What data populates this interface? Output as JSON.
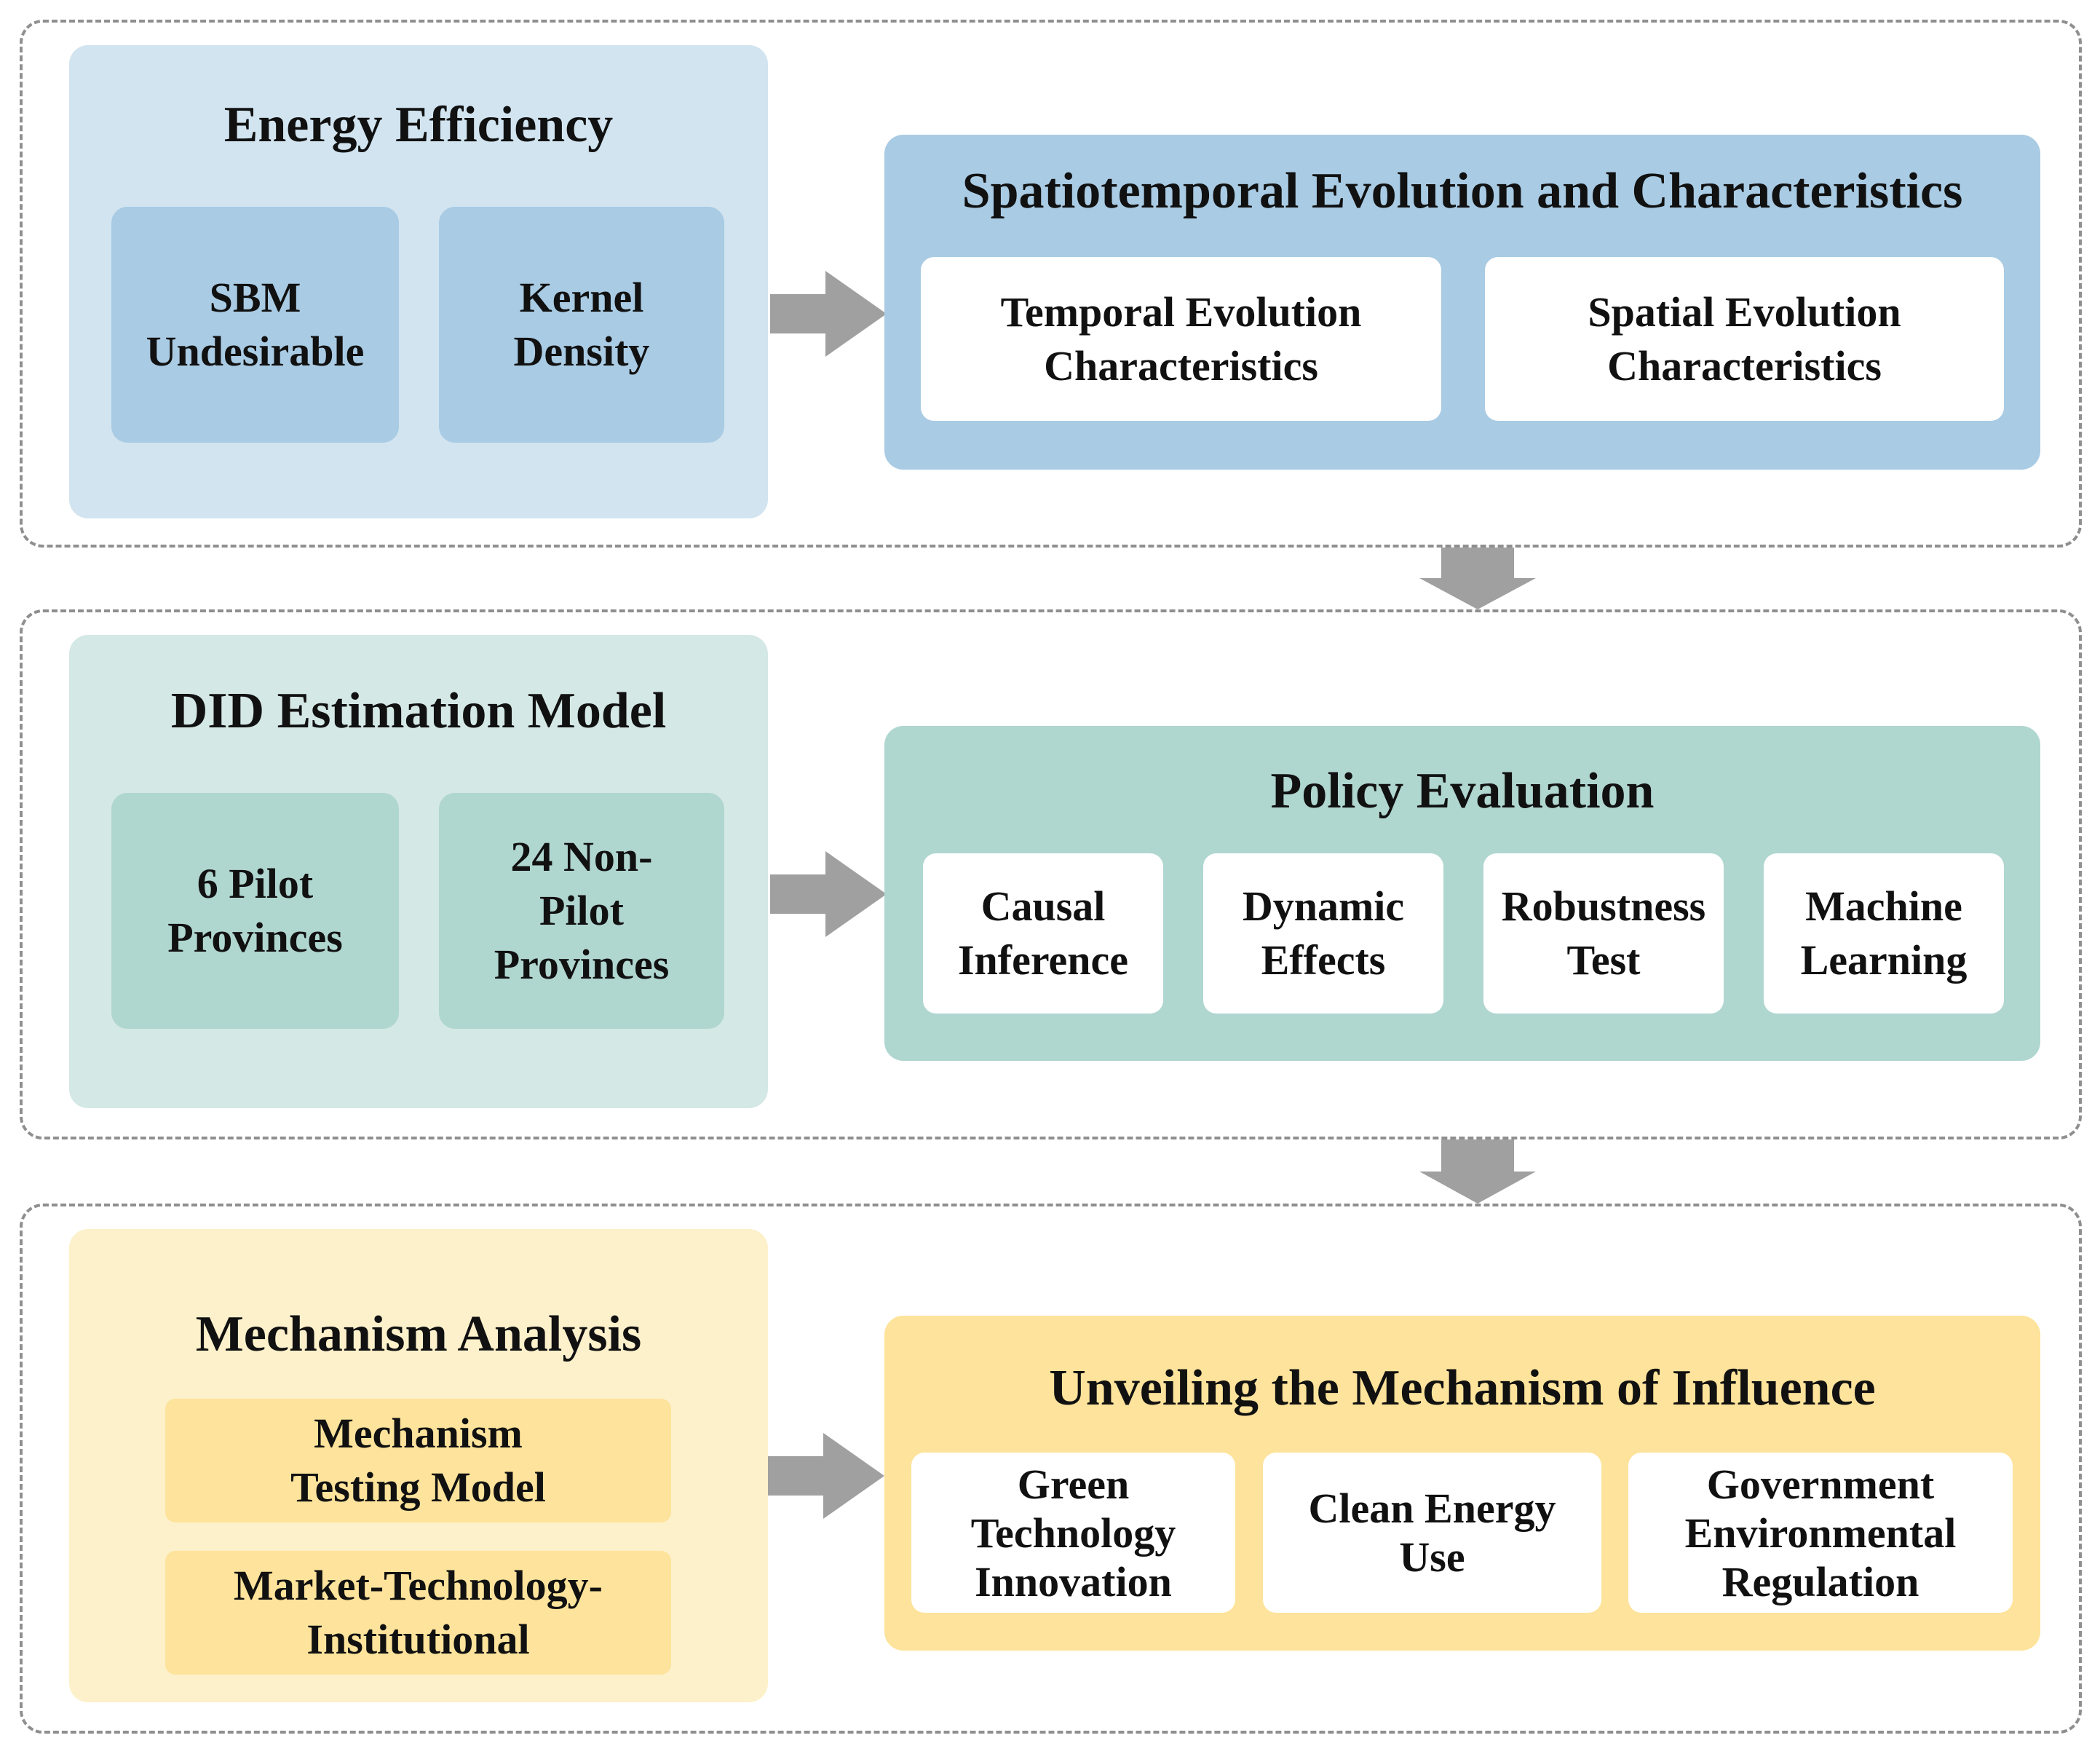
{
  "section1": {
    "left_title": "Energy Efficiency",
    "left_items": [
      "SBM\nUndesirable",
      "Kernel\nDensity"
    ],
    "right_title": "Spatiotemporal Evolution and Characteristics",
    "right_items": [
      "Temporal Evolution\nCharacteristics",
      "Spatial  Evolution\nCharacteristics"
    ]
  },
  "section2": {
    "left_title": "DID Estimation Model",
    "left_items": [
      "6 Pilot\nProvinces",
      "24 Non-\nPilot\nProvinces"
    ],
    "right_title": "Policy Evaluation",
    "right_items": [
      "Causal\nInference",
      "Dynamic\nEffects",
      "Robustness\nTest",
      "Machine\nLearning"
    ]
  },
  "section3": {
    "left_title": "Mechanism Analysis",
    "left_items": [
      "Mechanism\nTesting Model",
      "Market-Technology-\nInstitutional"
    ],
    "right_title": "Unveiling the Mechanism of Influence",
    "right_items": [
      "Green\nTechnology\nInnovation",
      "Clean Energy\nUse",
      "Government\nEnvironmental\nRegulation"
    ]
  },
  "colors": {
    "blue_light": "#d1e4f0",
    "blue_mid": "#a9cbe4",
    "blue_panel": "#a9cbe4",
    "teal_light": "#d4e8e5",
    "teal_mid": "#b0d6d0",
    "teal_panel": "#b0d6d0",
    "yellow_light": "#fdf1cb",
    "yellow_mid": "#fde39b",
    "yellow_panel": "#fde39b",
    "arrow": "#a0a0a0",
    "dash": "#8f8f8f"
  }
}
